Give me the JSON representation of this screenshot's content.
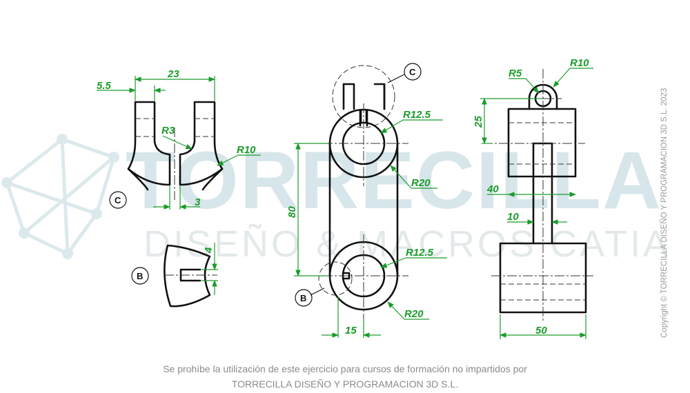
{
  "watermark": {
    "main": "TORRECILLA",
    "sub": "DISEÑO & MACROS CATIA",
    "copyright": "Copyright © TORRECILLA DISEÑO Y PROGRAMACION 3D S.L. 2023"
  },
  "footer": {
    "line1": "Se prohíbe la utilización de este ejercicio para cursos de formación no impartidos por",
    "line2": "TORRECILLA DISEÑO Y PROGRAMACION 3D S.L."
  },
  "detail_labels": {
    "c_detail": "C",
    "b_detail": "B",
    "c_marker": "C",
    "b_marker": "B"
  },
  "dimensions": {
    "detail_c_width": "23",
    "detail_c_offset": "5.5",
    "detail_c_fillet": "R3",
    "detail_c_round": "R10",
    "detail_c_gap": "3",
    "detail_b_slot": "4",
    "front_top_hole": "R12.5",
    "front_top_outer": "R20",
    "front_center_dist": "80",
    "front_bot_hole": "R12.5",
    "front_bot_outer": "R20",
    "front_key_offset": "15",
    "side_eye_hole": "R5",
    "side_eye_outer": "R10",
    "side_height": "25",
    "side_boss_width": "40",
    "side_web": "10",
    "side_base_width": "50"
  },
  "colors": {
    "dimension": "#1a9b2a",
    "object": "#111111",
    "watermark": "#c9dee3"
  }
}
